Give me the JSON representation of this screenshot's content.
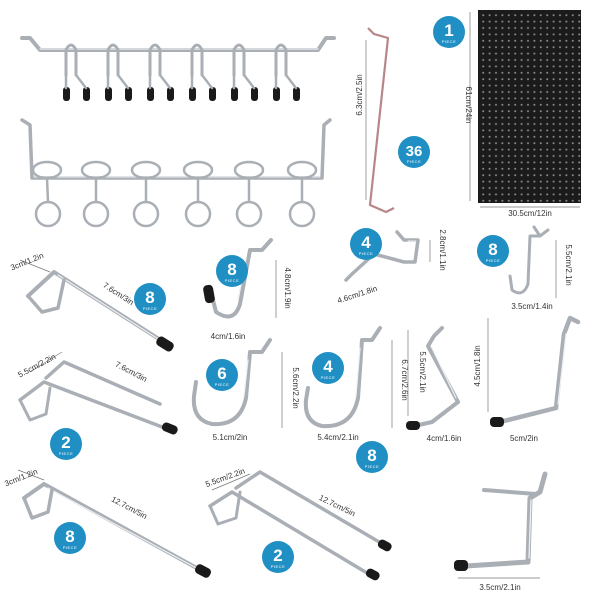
{
  "colors": {
    "badge": "#1f8fc4",
    "steel": "#a9afb5",
    "highlight": "#eef1f4",
    "tip": "#1a1a1a",
    "board": "#1b1b1b",
    "rose_wire": "#b7868a"
  },
  "badge_word": "PIECE",
  "badges": [
    {
      "count": "1"
    },
    {
      "count": "36"
    },
    {
      "count": "8"
    },
    {
      "count": "4"
    },
    {
      "count": "8"
    },
    {
      "count": "8"
    },
    {
      "count": "6"
    },
    {
      "count": "4"
    },
    {
      "count": "8"
    },
    {
      "count": "2"
    },
    {
      "count": "8"
    },
    {
      "count": "2"
    }
  ],
  "dimensions": {
    "pegboard_height": "61cm/24in",
    "pegboard_width": "30.5cm/12in",
    "clip_height": "6.3cm/2.5in",
    "hook_j_large_height": "4.8cm/1.9in",
    "hook_j_large_width": "4cm/1.6in",
    "hook_w_height": "2.8cm/1.1in",
    "hook_w_width": "4.6cm/1.8in",
    "hook_j_small_height": "5.5cm/2.1in",
    "hook_j_small_width": "3.5cm/1.4in",
    "single_hook_top": "3cm/1.2in",
    "single_hook_length": "7.6cm/3in",
    "double_hook_top": "5.5cm/2.2in",
    "double_hook_length": "7.6cm/3in",
    "curved_6_height": "5.6cm/2.2in",
    "curved_6_width": "5.1cm/2in",
    "curved_4_height": "6.7cm/2.6in",
    "curved_4_width": "5.4cm/2.1in",
    "l_hook_height_a": "5.5cm/2.1in",
    "l_hook_width_a": "4cm/1.6in",
    "l_hook_height_b": "4.5cm/1.8in",
    "l_hook_width_b": "5cm/2in",
    "long_single_top": "3cm/1.2in",
    "long_single_length": "12.7cm/5in",
    "long_double_top": "5.5cm/2.2in",
    "long_double_length": "12.7cm/5in",
    "z_hook_width": "3.5cm/2.1in"
  }
}
